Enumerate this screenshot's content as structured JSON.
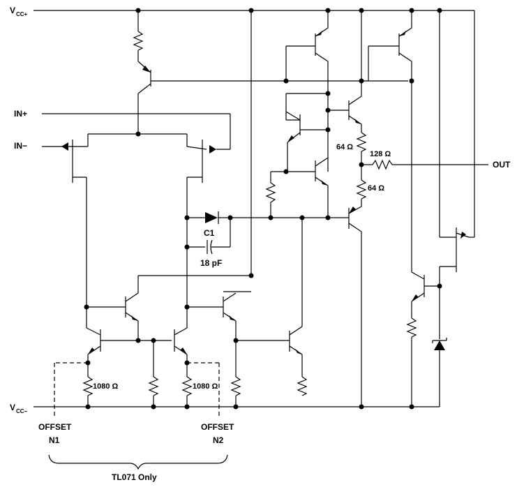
{
  "rails": {
    "vcc_plus": "V",
    "vcc_plus_sub": "CC+",
    "vcc_minus": "V",
    "vcc_minus_sub": "CC−"
  },
  "inputs": {
    "in_plus": "IN+",
    "in_minus": "IN−"
  },
  "output": {
    "label": "OUT"
  },
  "capacitor": {
    "name": "C1",
    "value": "18 pF"
  },
  "resistors": {
    "r_upper_64": "64 Ω",
    "r_lower_64": "64 Ω",
    "r_out_128": "128 Ω",
    "r_offset_n1": "1080 Ω",
    "r_offset_n2": "1080 Ω"
  },
  "offset": {
    "n1_line1": "OFFSET",
    "n1_line2": "N1",
    "n2_line1": "OFFSET",
    "n2_line2": "N2",
    "note": "TL071 Only"
  }
}
